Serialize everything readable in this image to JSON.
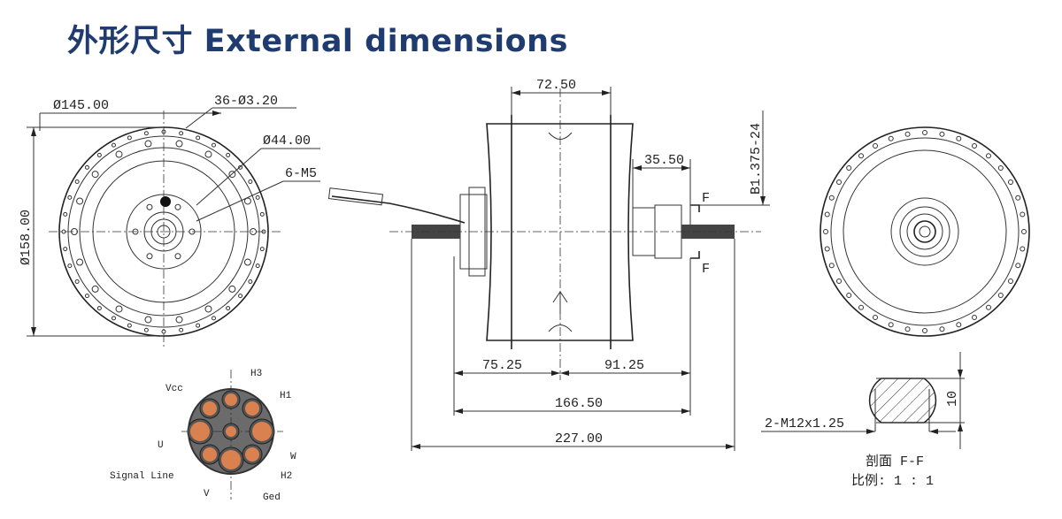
{
  "title": "外形尺寸 External dimensions",
  "front_view": {
    "dia_outer": "Ø145.00",
    "holes": "36-Ø3.20",
    "dia_hub": "Ø44.00",
    "threads": "6-M5",
    "dia_overall": "Ø158.00"
  },
  "side_view": {
    "width_top": "72.50",
    "offset": "35.50",
    "thread_spec": "B1.375-24",
    "section_mark": "F",
    "left_to_center": "75.25",
    "center_to_right": "91.25",
    "dropout": "166.50",
    "axle_length": "227.00"
  },
  "connector": {
    "pins": [
      "H3",
      "Vcc",
      "H1",
      "U",
      "W",
      "Signal Line",
      "H2",
      "V",
      "Ged"
    ]
  },
  "section": {
    "thread": "2-M12x1.25",
    "flat": "10",
    "name": "剖面 F-F",
    "scale": "比例: 1 : 1"
  }
}
